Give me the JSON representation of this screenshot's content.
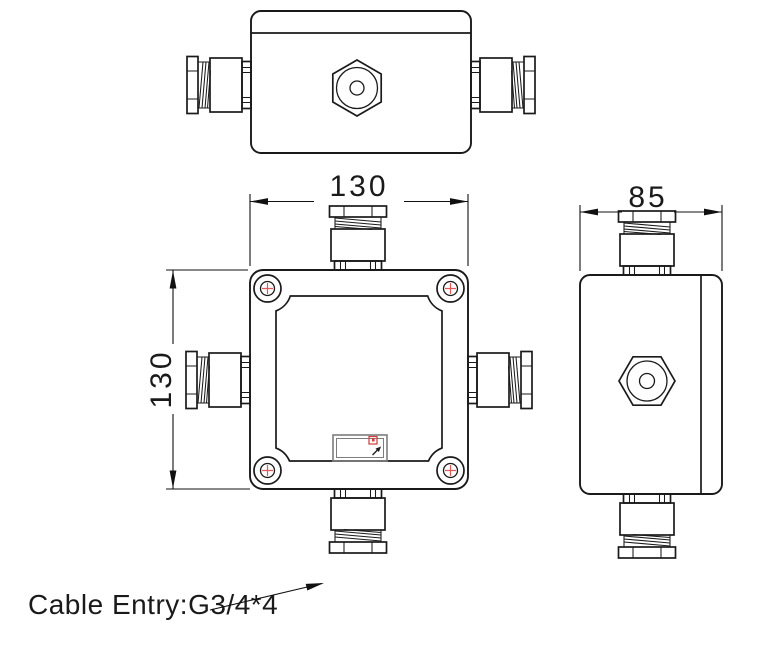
{
  "colors": {
    "background": "#ffffff",
    "line": "#1a1a1a",
    "dim": "#111111",
    "screw_cross": "#e05a5a",
    "plate_border": "#7d7d7d",
    "plate_mark": "#cf3a3a"
  },
  "dimensions": {
    "front_width": "130",
    "front_height": "130",
    "side_depth": "85"
  },
  "annotations": {
    "cable_entry": "Cable Entry:G3/4*4"
  }
}
